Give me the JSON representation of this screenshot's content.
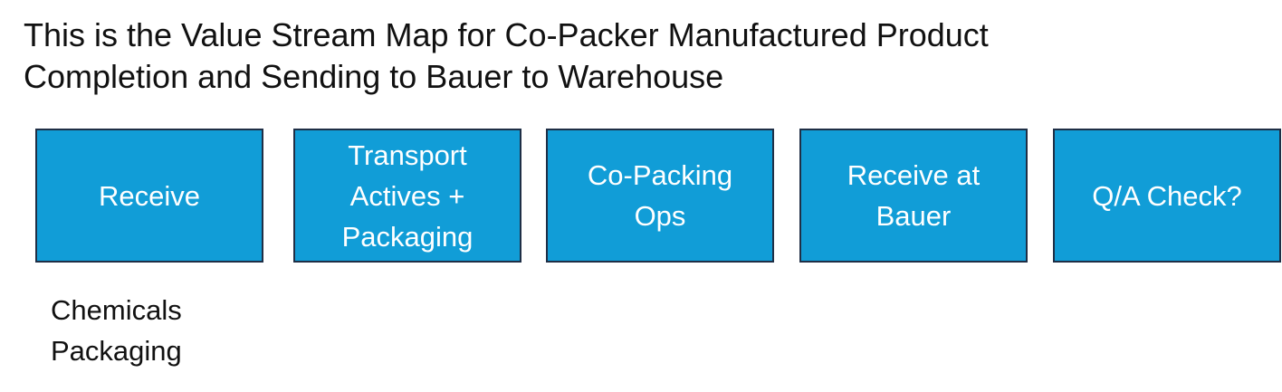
{
  "title": {
    "line1": "This is the Value Stream Map for Co-Packer Manufactured Product",
    "line2": "Completion and Sending to Bauer to Warehouse"
  },
  "colors": {
    "box_fill": "#119dd7",
    "box_border": "#1f2f46",
    "box_text": "#ffffff"
  },
  "steps": [
    {
      "label": "Receive"
    },
    {
      "label": "Transport\nActives +\nPackaging"
    },
    {
      "label": "Co-Packing\nOps"
    },
    {
      "label": "Receive at\nBauer"
    },
    {
      "label": "Q/A Check?"
    }
  ],
  "notes": {
    "line1": "Chemicals",
    "line2": "Packaging"
  }
}
